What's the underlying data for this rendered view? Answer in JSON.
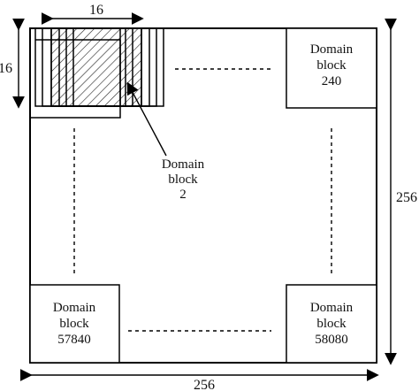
{
  "diagram": {
    "top_width_label": "16",
    "left_height_label": "16",
    "right_height_label": "256",
    "bottom_width_label": "256",
    "callout": {
      "line1": "Domain",
      "line2": "block",
      "line3": "2"
    },
    "blocks": [
      {
        "line1": "Domain",
        "line2": "block",
        "line3": "240"
      },
      {
        "line1": "Domain",
        "line2": "block",
        "line3": "57840"
      },
      {
        "line1": "Domain",
        "line2": "block",
        "line3": "58080"
      }
    ]
  }
}
